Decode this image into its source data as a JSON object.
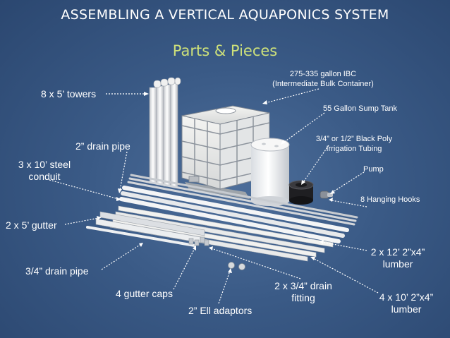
{
  "header": {
    "title": "ASSEMBLING A VERTICAL AQUAPONICS SYSTEM",
    "subtitle": "Parts & Pieces"
  },
  "labels": {
    "towers": "8 x 5’ towers",
    "ibc_line1": "275-335 gallon IBC",
    "ibc_line2": "(Intermediate Bulk Container)",
    "sump": "55 Gallon Sump Tank",
    "tubing_line1": "3/4” or 1/2” Black Poly",
    "tubing_line2": "Irrigation Tubing",
    "drain_pipe": "2” drain pipe",
    "conduit_line1": "3 x 10’ steel",
    "conduit_line2": "conduit",
    "pump": "Pump",
    "hooks": "8 Hanging Hooks",
    "gutter": "2 x 5’ gutter",
    "lumber12_line1": "2 x 12’ 2”x4”",
    "lumber12_line2": "lumber",
    "small_drain_pipe": "3/4” drain pipe",
    "drain_fitting_line1": "2 x 3/4” drain",
    "drain_fitting_line2": "fitting",
    "gutter_caps": "4 gutter caps",
    "lumber10_line1": "4 x 10’ 2”x4”",
    "lumber10_line2": "lumber",
    "ell_adaptors": "2” Ell adaptors"
  },
  "colors": {
    "background": "#3a5a86",
    "title": "#ffffff",
    "subtitle": "#cde07a",
    "label": "#ffffff",
    "callout": "#ffffff"
  }
}
